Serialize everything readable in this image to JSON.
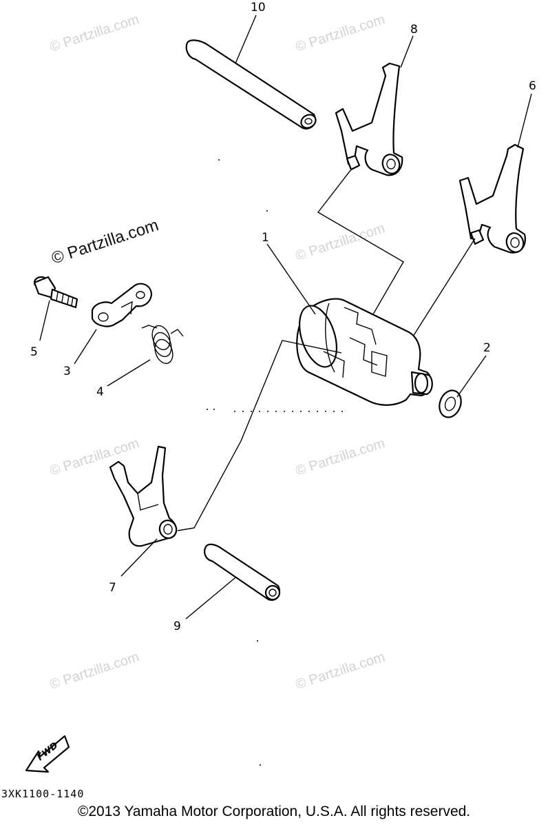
{
  "watermark_text": "© Partzilla.com",
  "callouts": {
    "p1": "1",
    "p2": "2",
    "p3": "3",
    "p4": "4",
    "p5": "5",
    "p6": "6",
    "p7": "7",
    "p8": "8",
    "p9": "9",
    "p10": "10"
  },
  "fwd_label": "FWD",
  "drawing_code": "3XK1100-1140",
  "copyright": "©2013  Yamaha Motor Corporation, U.S.A. All rights reserved."
}
